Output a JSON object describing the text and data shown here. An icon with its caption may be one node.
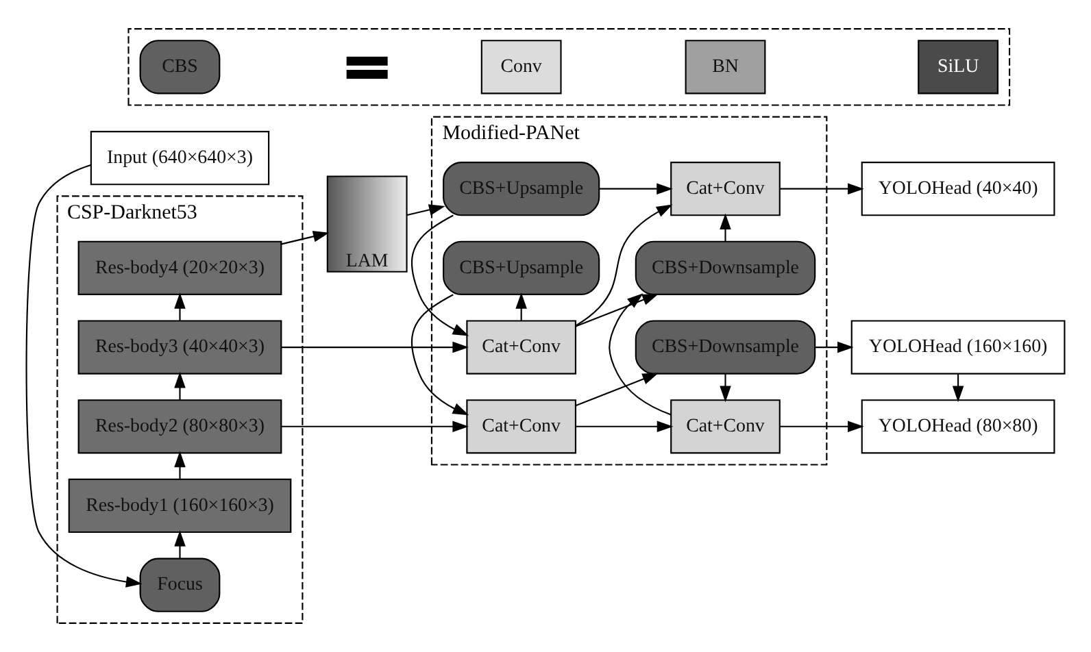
{
  "diagram": {
    "nodes": [
      {
        "text": [
          "CSP-Darknet53"
        ]
      },
      {
        "text": [
          "Res-body4 (20×20×3)"
        ],
        "in": 0
      },
      {
        "text": [
          "Res-body3 (40×40×3)"
        ],
        "in": 0
      },
      {
        "text": [
          "Res-body2 (80×80×3)"
        ],
        "in": 0
      },
      {
        "text": [
          "Res-body1 (160×160×3)"
        ],
        "in": 0
      },
      {
        "text": [
          "Focus"
        ],
        "in": 0
      },
      {
        "text": [
          "Input (640×640×3)"
        ]
      },
      {
        "text": [
          "LAM"
        ]
      },
      {
        "text": [
          "Modified-PANet"
        ]
      },
      {
        "text": [
          "CBS+Upsample"
        ],
        "in": 8
      },
      {
        "text": [
          "Cat+Conv"
        ],
        "in": 8
      },
      {
        "text": [
          "CBS+Upsample"
        ],
        "in": 8
      },
      {
        "text": [
          "Cat+Conv"
        ],
        "in": 8
      },
      {
        "text": [
          "Cat+Conv"
        ],
        "in": 8
      },
      {
        "text": [
          "CBS+Downsample"
        ],
        "in": 8
      },
      {
        "text": [
          "Cat+Conv"
        ],
        "in": 8
      },
      {
        "text": [
          "CBS+Downsample"
        ],
        "in": 8
      },
      {
        "text": [
          "YOLOHead (40×40)"
        ]
      },
      {
        "text": [
          "YOLOHead (80×80)"
        ]
      },
      {
        "text": [
          "YOLOHead (160×160)"
        ]
      },
      {
        "text": [],
        "shape": "box"
      },
      {
        "text": [
          "CBS"
        ],
        "in": 20
      },
      {
        "text": [
          "Conv"
        ],
        "in": 20
      },
      {
        "text": [
          "BN"
        ],
        "in": 20
      },
      {
        "text": [
          "SiLU"
        ],
        "in": 20
      }
    ],
    "edges": [
      {
        "from": 6,
        "to": 5,
        "arrow": "to"
      },
      {
        "from": 5,
        "to": 4,
        "arrow": "to"
      },
      {
        "from": 4,
        "to": 3,
        "arrow": "to"
      },
      {
        "from": 3,
        "to": 2,
        "arrow": "to"
      },
      {
        "from": 2,
        "to": 1,
        "arrow": "to"
      },
      {
        "from": 1,
        "to": 7,
        "arrow": "to"
      },
      {
        "from": 7,
        "to": 9,
        "arrow": "to"
      },
      {
        "from": 2,
        "to": 10,
        "arrow": "to"
      },
      {
        "from": 3,
        "to": 12,
        "arrow": "to"
      },
      {
        "from": 9,
        "to": 10,
        "arrow": "to"
      },
      {
        "from": 10,
        "to": 11,
        "arrow": "to"
      },
      {
        "from": 11,
        "to": 12,
        "arrow": "to"
      },
      {
        "from": 9,
        "to": 13,
        "arrow": "to"
      },
      {
        "from": 10,
        "to": 13,
        "arrow": "to"
      },
      {
        "from": 10,
        "to": 14,
        "arrow": "to"
      },
      {
        "from": 12,
        "to": 15,
        "arrow": "to"
      },
      {
        "from": 12,
        "to": 16,
        "arrow": "to"
      },
      {
        "from": 16,
        "to": 15,
        "arrow": "to"
      },
      {
        "from": 15,
        "to": 14,
        "arrow": "to"
      },
      {
        "from": 14,
        "to": 13,
        "arrow": "to"
      },
      {
        "from": 13,
        "to": 17,
        "arrow": "to"
      },
      {
        "from": 15,
        "to": 18,
        "arrow": "to"
      },
      {
        "from": 16,
        "to": 19,
        "arrow": "to"
      },
      {
        "from": 19,
        "to": 18,
        "arrow": "to"
      }
    ]
  }
}
